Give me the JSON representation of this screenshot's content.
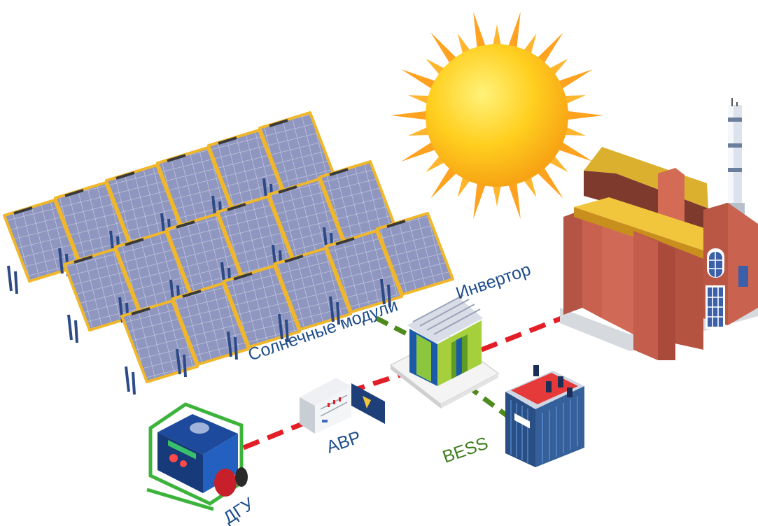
{
  "labels": {
    "solar": "Солнечные модули",
    "inverter": "Инвертор",
    "avr": "АВР",
    "bess": "BESS",
    "dgu": "ДГУ"
  },
  "colors": {
    "label_blue": "#1f4e8c",
    "label_green": "#3f7d1e",
    "ac_link": "#e41e26",
    "dc_link": "#4f8a1c",
    "panel": "#8c94bc",
    "panel_frame": "#f0b72a",
    "sun_core": "#ffcc1a",
    "sun_rays": "#ff9a1a",
    "building_wall": "#c95f4d",
    "building_roof": "#e6b331"
  },
  "icons": [
    "solar-panel-icon",
    "sun-icon",
    "factory-icon",
    "inverter-icon",
    "battery-icon",
    "switchboard-icon",
    "generator-icon"
  ]
}
